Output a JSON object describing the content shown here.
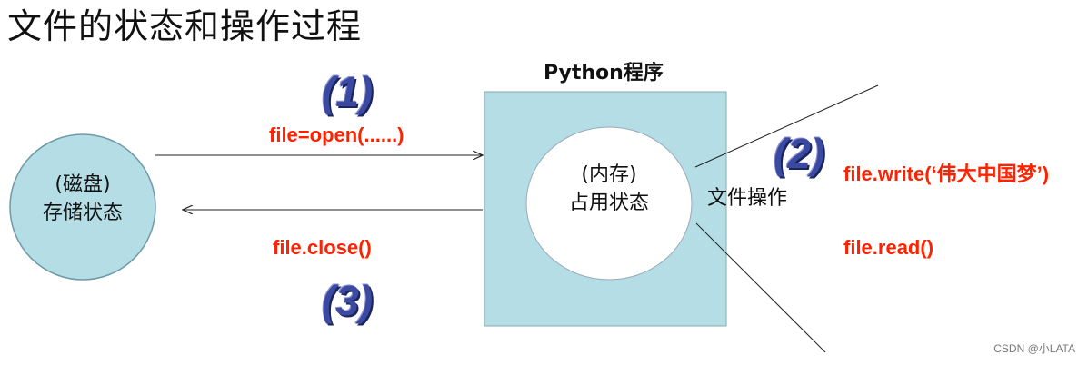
{
  "title": "文件的状态和操作过程",
  "python_box_label": "Python程序",
  "disk_node": {
    "line1": "(磁盘)",
    "line2": "存储状态"
  },
  "memory_node": {
    "line1": "(内存)",
    "line2": "占用状态"
  },
  "file_ops_label": "文件操作",
  "steps": {
    "one": {
      "number": "(1)",
      "code": "file=open(......)"
    },
    "two": {
      "number": "(2)",
      "write_code": "file.write(‘伟大中国梦’)",
      "read_code": "file.read()"
    },
    "three": {
      "number": "(3)",
      "code": "file.close()"
    }
  },
  "watermark": "CSDN @小LATA",
  "colors": {
    "box_fill": "#b4dde6",
    "disk_fill": "#b4dde6",
    "code_red": "#ff2200",
    "step_blue": "#3b4aa0"
  }
}
